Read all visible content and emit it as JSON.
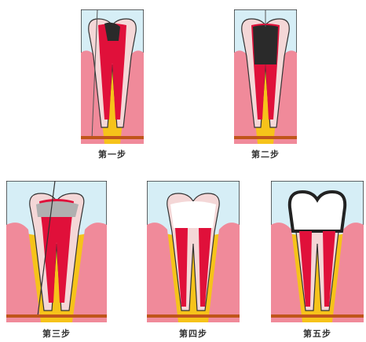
{
  "steps": [
    {
      "label": "第一步"
    },
    {
      "label": "第二步"
    },
    {
      "label": "第三步"
    },
    {
      "label": "第四步"
    },
    {
      "label": "第五步"
    }
  ],
  "colors": {
    "sky": "#d6eef6",
    "bone": "#f6c31a",
    "gum": "#f08a9a",
    "pulp": "#e0103a",
    "decay": "#2a2a2a",
    "floor": "#c0551a",
    "frame": "#333333"
  }
}
